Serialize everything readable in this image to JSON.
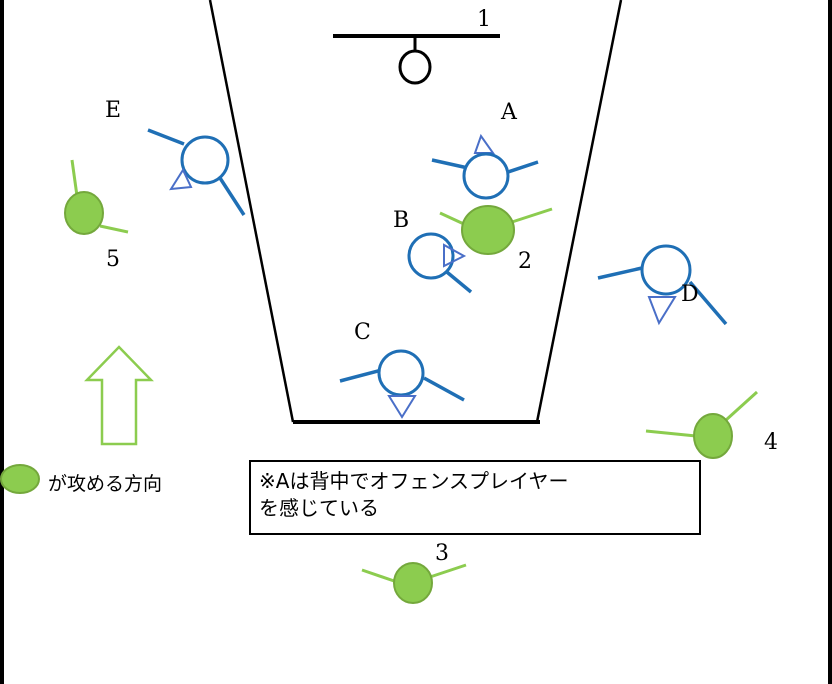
{
  "colors": {
    "defense": "#1f6fb5",
    "defense_triangle": "#4a6fc8",
    "offense_fill": "#8ccc4f",
    "offense_stroke": "#74a83c",
    "line": "#000000"
  },
  "labels": {
    "basket": "1",
    "defender_a": "A",
    "defender_b": "B",
    "defender_c": "C",
    "defender_d": "D",
    "defender_e": "E",
    "offense_2": "2",
    "offense_3": "3",
    "offense_4": "4",
    "offense_5": "5"
  },
  "legend": {
    "text": "が攻める方向"
  },
  "note": {
    "line1": "※Aは背中でオフェンスプレイヤー",
    "line2": "を感じている"
  }
}
